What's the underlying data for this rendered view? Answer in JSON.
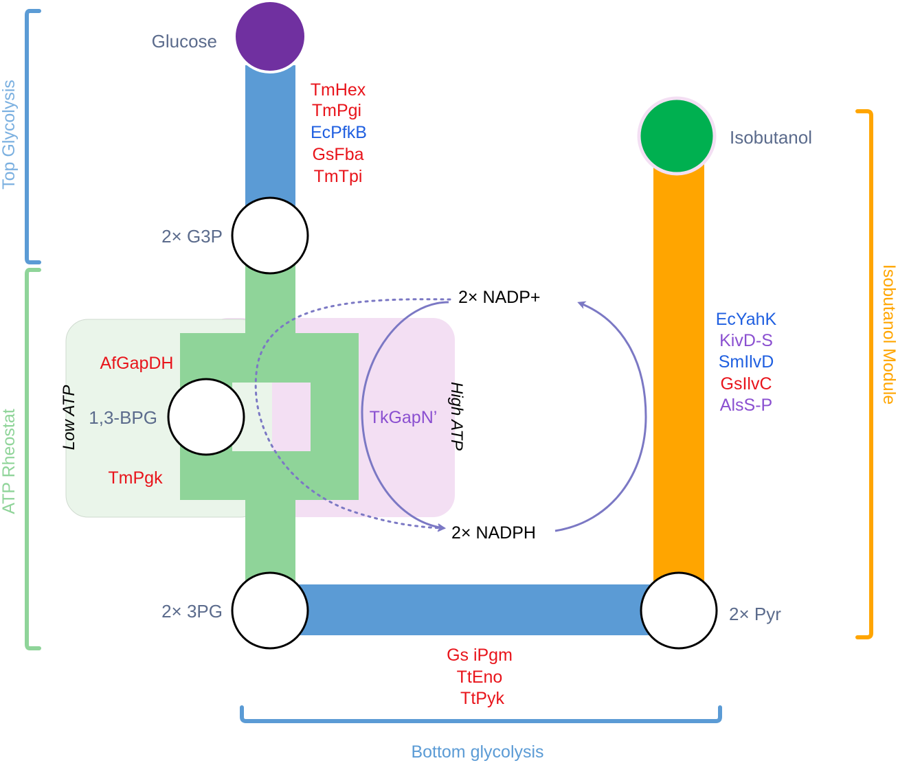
{
  "colors": {
    "blue_bar": "#5b9bd5",
    "green_bar": "#8fd499",
    "orange_bar": "#ffa500",
    "low_atp_bg": "#eaf5ea",
    "high_atp_bg": "#f3dff3",
    "glucose": "#7030a0",
    "isobutanol": "#00b050",
    "enzyme_red": "#e8141b",
    "enzyme_blue": "#1f5fe0",
    "enzyme_purple": "#8a4fd0",
    "cycle_arrow": "#7b78c4",
    "node_label": "#5b6b8c",
    "top_glycolysis_label": "#7bb0e0",
    "atp_rheostat_label": "#8fd499",
    "isobutanol_module_label": "#ffa500",
    "bottom_glycolysis_label": "#5b9bd5"
  },
  "metabolites": {
    "glucose": "Glucose",
    "g3p": "2× G3P",
    "bpg": "1,3-BPG",
    "pg3": "2× 3PG",
    "pyr": "2× Pyr",
    "isobutanol": "Isobutanol"
  },
  "cofactors": {
    "nadp": "2× NADP+",
    "nadph": "2× NADPH"
  },
  "enzymes": {
    "top": [
      {
        "name": "TmHex",
        "color": "red"
      },
      {
        "name": "TmPgi",
        "color": "red"
      },
      {
        "name": "EcPfkB",
        "color": "blue"
      },
      {
        "name": "GsFba",
        "color": "red"
      },
      {
        "name": "TmTpi",
        "color": "red"
      }
    ],
    "gapdh": "AfGapDH",
    "pgk": "TmPgk",
    "gapn": "TkGapN’",
    "bottom": [
      {
        "name": "Gs iPgm",
        "color": "red"
      },
      {
        "name": "TtEno",
        "color": "red"
      },
      {
        "name": "TtPyk",
        "color": "red"
      }
    ],
    "isobutanol": [
      {
        "name": "EcYahK",
        "color": "blue"
      },
      {
        "name": "KivD-S",
        "color": "purple"
      },
      {
        "name": "SmIlvD",
        "color": "blue"
      },
      {
        "name": "GsIlvC",
        "color": "red"
      },
      {
        "name": "AlsS-P",
        "color": "purple"
      }
    ]
  },
  "atp_modes": {
    "low": "Low ATP",
    "high": "High ATP"
  },
  "modules": {
    "top_glycolysis": "Top Glycolysis",
    "atp_rheostat": "ATP Rheostat",
    "isobutanol_module": "Isobutanol Module",
    "bottom_glycolysis": "Bottom glycolysis"
  }
}
